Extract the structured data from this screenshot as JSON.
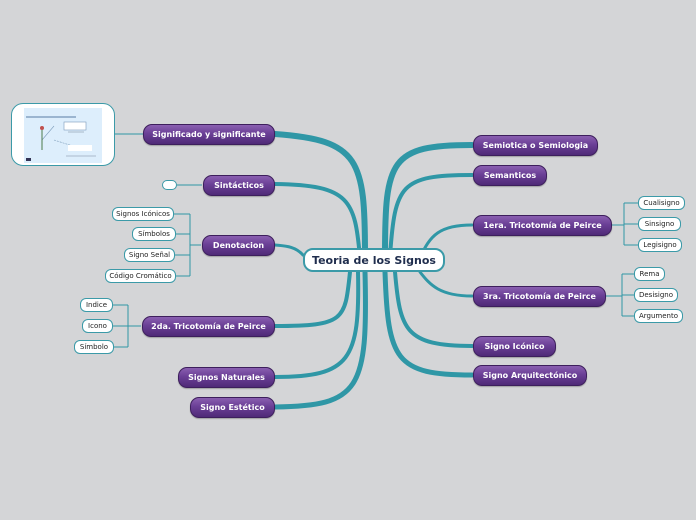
{
  "central": "Teoria de los Signos",
  "left_topics": [
    {
      "label": "Significado y significante"
    },
    {
      "label": "Sintácticos"
    },
    {
      "label": "Denotacion"
    },
    {
      "label": "2da. Tricotomía de Peirce"
    },
    {
      "label": "Signos Naturales"
    },
    {
      "label": "Signo Estético"
    }
  ],
  "right_topics": [
    {
      "label": "Semiotica o Semiologia"
    },
    {
      "label": "Semanticos"
    },
    {
      "label": "1era. Tricotomía de Peirce"
    },
    {
      "label": "3ra. Tricotomía de Peirce"
    },
    {
      "label": "Signo Icónico"
    },
    {
      "label": "Signo Arquitectónico"
    }
  ],
  "denotacion_children": [
    "Signos Icónicos",
    "Símbolos",
    "Signo Señal",
    "Código Cromático"
  ],
  "tricotomia2_children": [
    "Indice",
    "Icono",
    "Símbolo"
  ],
  "tricotomia1_children": [
    "Cualisigno",
    "Sinsigno",
    "Legisigno"
  ],
  "tricotomia3_children": [
    "Rema",
    "Desisigno",
    "Argumento"
  ],
  "colors": {
    "topic": "#6a3f96",
    "line": "#2f97a6",
    "central_border": "#3b9aa8"
  }
}
